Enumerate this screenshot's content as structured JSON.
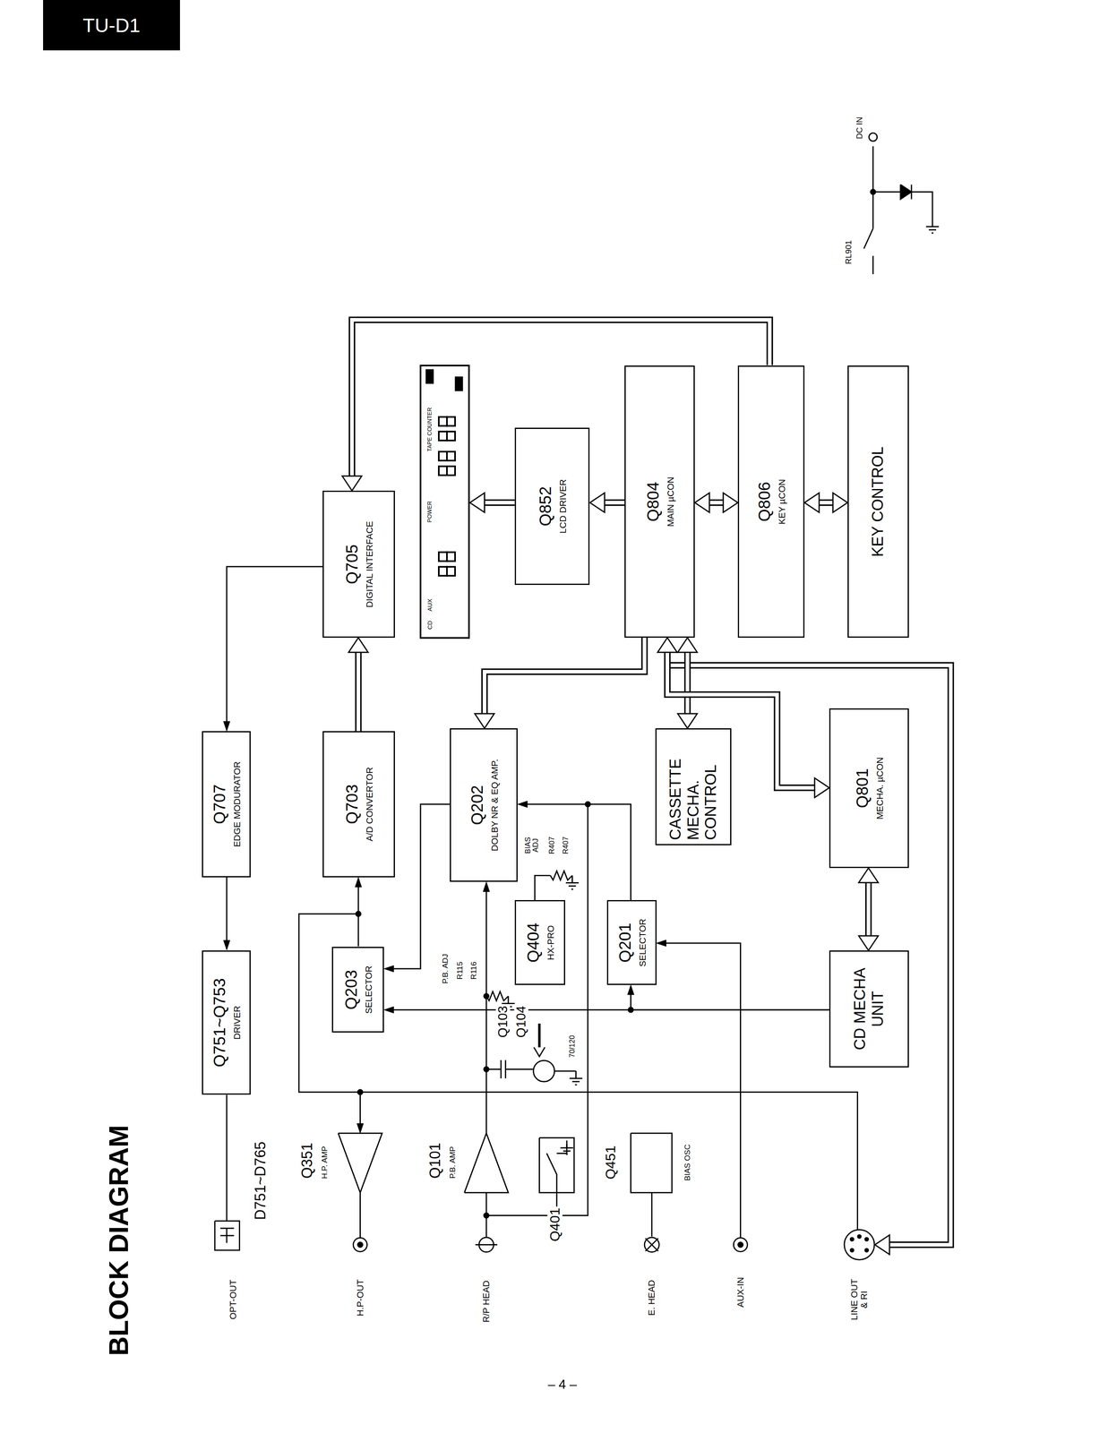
{
  "diagram": {
    "title": "BLOCK DIAGRAM",
    "nodes": [
      {
        "text": [
          "Q705",
          "DIGITAL INTERFACE"
        ]
      },
      {
        "text": [
          "Q707",
          "EDGE MODURATOR"
        ]
      },
      {
        "text": [
          "Q703",
          "A/D CONVERTOR"
        ]
      },
      {
        "text": [
          "Q751~Q753",
          "DRIVER"
        ]
      },
      {
        "text": [
          "Q852",
          "LCD DRIVER"
        ]
      },
      {
        "text": [
          "Q804",
          "MAIN µCON"
        ]
      },
      {
        "text": [
          "Q806",
          "KEY µCON"
        ]
      },
      {
        "text": [
          "KEY CONTROL"
        ]
      },
      {
        "text": [
          "Q202",
          "DOLBY NR & EQ AMP."
        ]
      },
      {
        "text": [
          "Q203",
          "SELECTOR"
        ]
      },
      {
        "text": [
          "Q404",
          "HX-PRO"
        ]
      },
      {
        "text": [
          "Q201",
          "SELECTOR"
        ]
      },
      {
        "text": [
          "CASSETTE MECHA. CONTROL"
        ]
      },
      {
        "text": [
          "Q801",
          "MECHA. µCON"
        ]
      },
      {
        "text": [
          "CD MECHA UNIT"
        ]
      }
    ],
    "edges": [
      {
        "from": 0,
        "to": 1,
        "arrow": "to"
      },
      {
        "from": 1,
        "to": 3,
        "arrow": "to"
      },
      {
        "from": 2,
        "to": 0,
        "arrow": "to"
      },
      {
        "from": 6,
        "to": 0,
        "arrow": "to"
      },
      {
        "from": 5,
        "to": 4,
        "arrow": "to"
      },
      {
        "from": 5,
        "to": 6,
        "arrow": "both"
      },
      {
        "from": 6,
        "to": 7,
        "arrow": "both"
      },
      {
        "from": 5,
        "to": 8,
        "arrow": "to"
      },
      {
        "from": 5,
        "to": 12,
        "arrow": "both"
      },
      {
        "from": 5,
        "to": 13,
        "arrow": "both"
      },
      {
        "from": 13,
        "to": 14,
        "arrow": "both"
      },
      {
        "from": 14,
        "to": 9,
        "arrow": "to"
      },
      {
        "from": 14,
        "to": 11,
        "arrow": "to"
      },
      {
        "from": 9,
        "to": 2,
        "arrow": "to"
      },
      {
        "from": 8,
        "to": 9,
        "arrow": "to"
      },
      {
        "from": 11,
        "to": 8,
        "arrow": "to"
      }
    ],
    "labels": [
      "TU-D1",
      "OPT-OUT",
      "D751~D765",
      "H.P-OUT",
      "Q351",
      "H.P. AMP",
      "R/P HEAD",
      "Q101",
      "P.B. AMP",
      "Q401",
      "E. HEAD",
      "Q451",
      "BIAS OSC",
      "AUX-IN",
      "LINE OUT & RI",
      "P.B. ADJ",
      "R115",
      "R116",
      "Q103",
      "Q104",
      "70/120",
      "BIAS ADJ",
      "R407",
      "R407",
      "RL901",
      "DC IN",
      "CD",
      "AUX",
      "TAPE COUNTER",
      "POWER",
      "– 4 –"
    ]
  }
}
